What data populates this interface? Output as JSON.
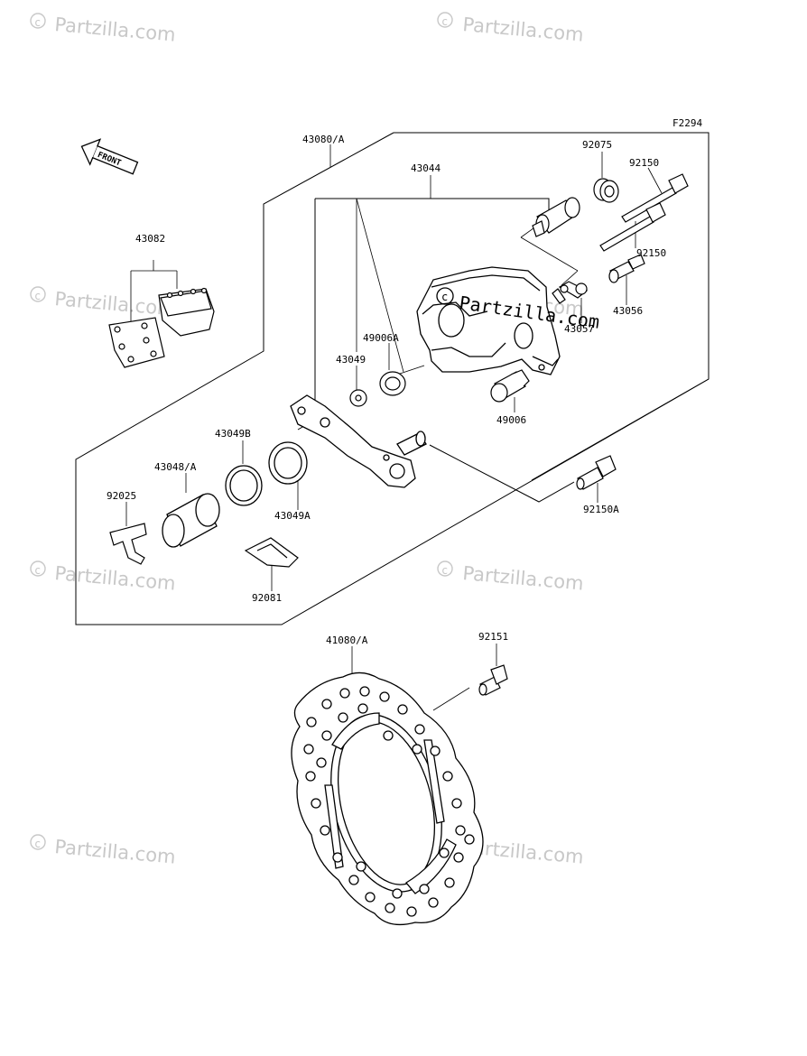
{
  "diagram": {
    "figure_code": "F2294",
    "front_label": "FRONT",
    "watermarks": [
      "Partzilla.com",
      "Partzilla.com",
      "Partzilla.com",
      "Partzilla.com",
      "Partzilla.com",
      "Partzilla.com",
      "Partzilla.com",
      "Partzilla.com"
    ],
    "copyright_symbol": "©",
    "parts": {
      "p43080A": "43080/A",
      "p43044": "43044",
      "p92075": "92075",
      "p92150_top": "92150",
      "p92150_low": "92150",
      "p43082": "43082",
      "p43056": "43056",
      "p43057": "43057",
      "p49006A": "49006A",
      "p43049": "43049",
      "p49006": "49006",
      "p43049B": "43049B",
      "p43048A": "43048/A",
      "p92025": "92025",
      "p43049A": "43049A",
      "p92150A": "92150A",
      "p92081": "92081",
      "p41080A": "41080/A",
      "p92151": "92151"
    },
    "center_watermark": "Partzilla.com"
  }
}
